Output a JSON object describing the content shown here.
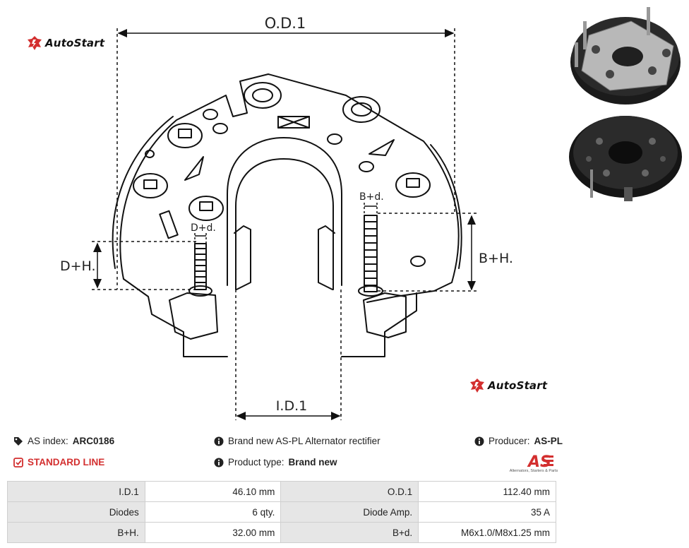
{
  "brand": {
    "name": "AutoStart"
  },
  "diagram": {
    "od_label": "O.D.1",
    "id_label": "I.D.1",
    "bh_label": "B+H.",
    "dh_label": "D+H.",
    "bd_label": "B+d.",
    "dd_label": "D+d."
  },
  "product": {
    "as_index_label": "AS index:",
    "as_index_value": "ARC0186",
    "line": "STANDARD LINE",
    "description": "Brand new AS-PL Alternator rectifier",
    "type_label": "Product type:",
    "type_value": "Brand new",
    "producer_label": "Producer:",
    "producer_value": "AS-PL",
    "producer_logo_text": "AS",
    "producer_tagline": "Alternators, Starters & Parts"
  },
  "specs": [
    {
      "label1": "I.D.1",
      "value1": "46.10 mm",
      "label2": "O.D.1",
      "value2": "112.40 mm"
    },
    {
      "label1": "Diodes",
      "value1": "6 qty.",
      "label2": "Diode Amp.",
      "value2": "35 A"
    },
    {
      "label1": "B+H.",
      "value1": "32.00 mm",
      "label2": "B+d.",
      "value2": "M6x1.0/M8x1.25 mm"
    }
  ],
  "colors": {
    "accent": "#d32f2f",
    "line": "#111111",
    "table_label_bg": "#e6e6e6"
  }
}
